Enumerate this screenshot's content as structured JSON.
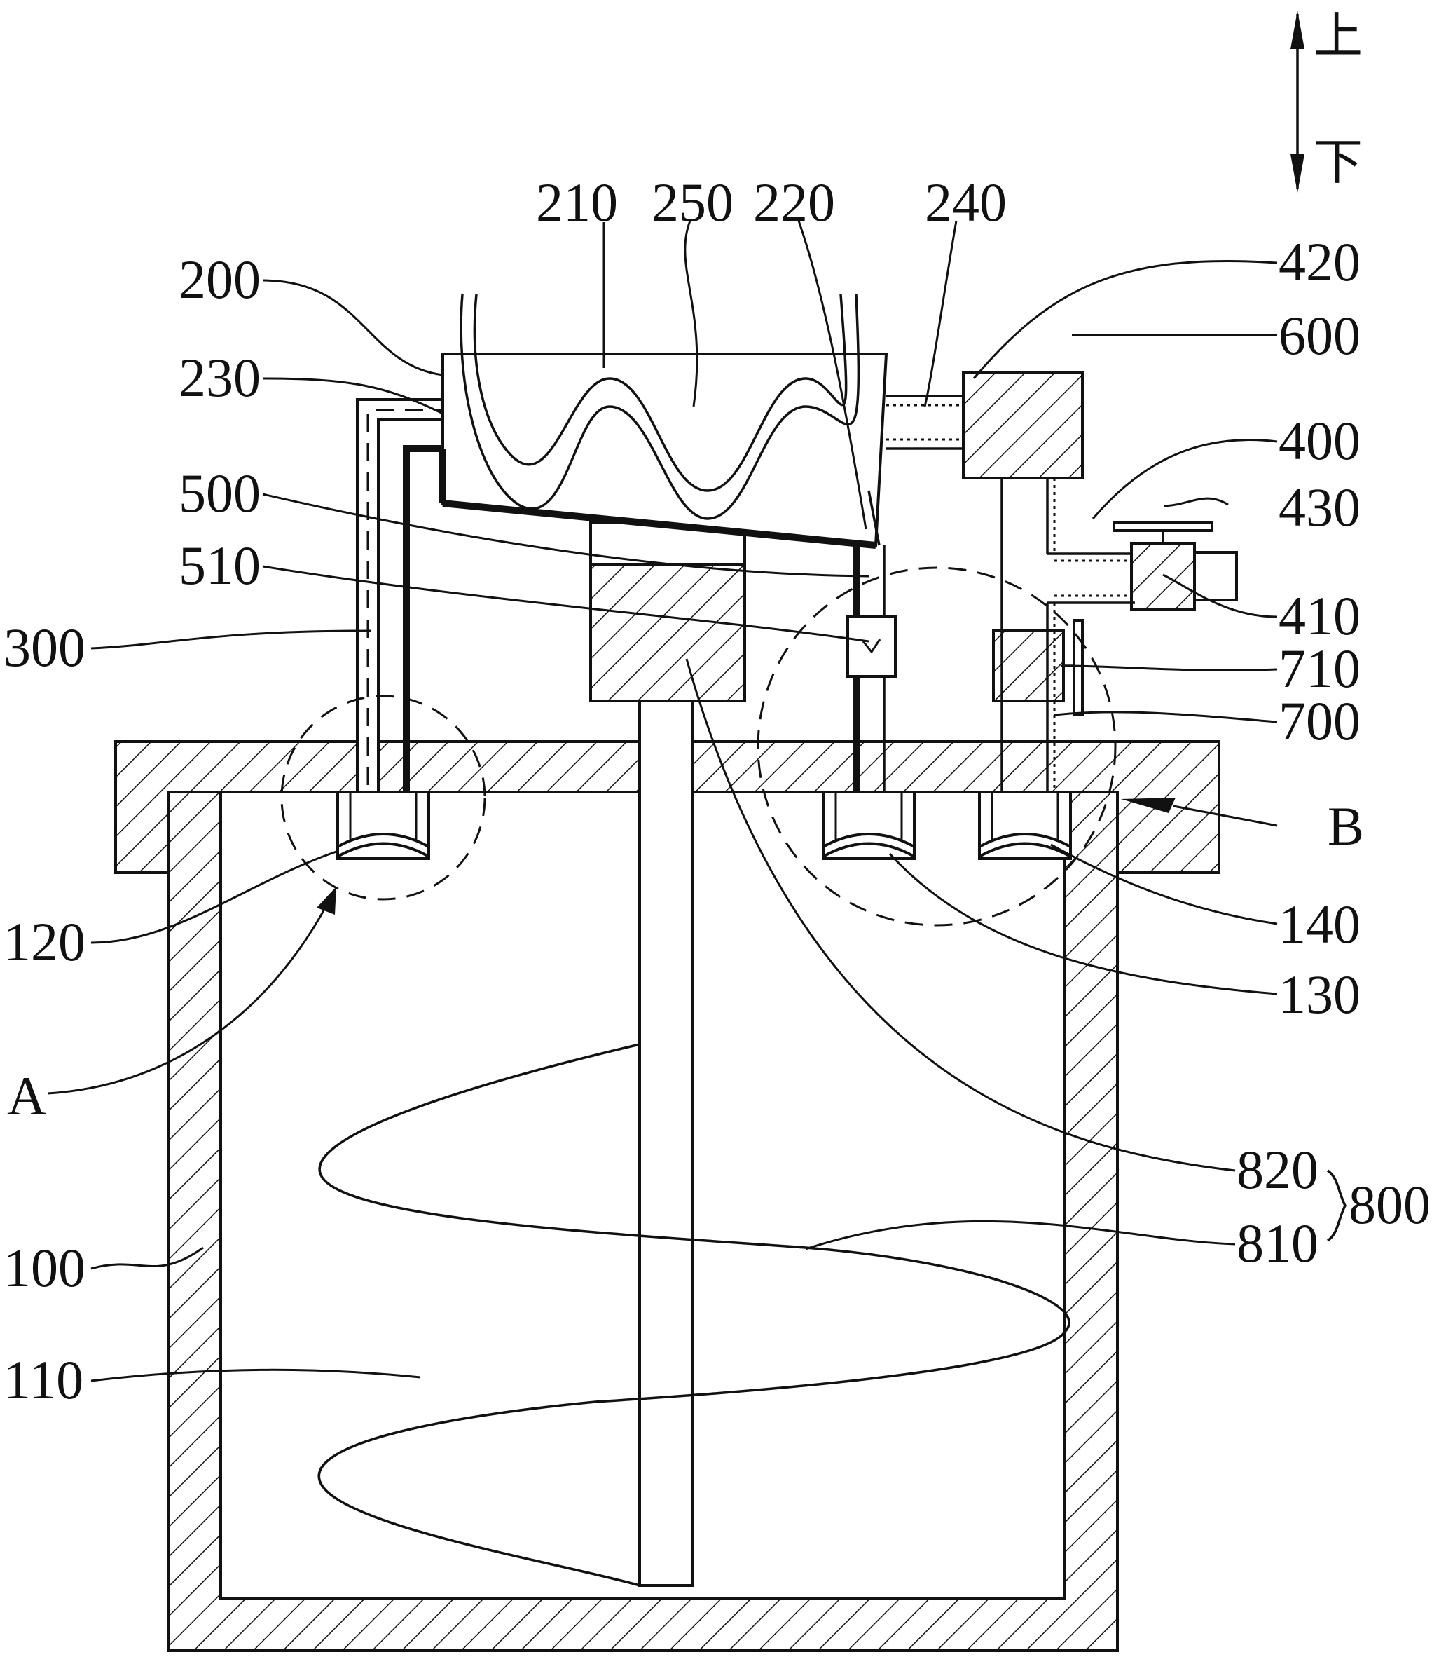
{
  "labels": {
    "up": "上",
    "down": "下",
    "l210": "210",
    "l250": "250",
    "l220": "220",
    "l240": "240",
    "l420": "420",
    "l200": "200",
    "l600": "600",
    "l230": "230",
    "l400": "400",
    "l500": "500",
    "l430": "430",
    "l510": "510",
    "l410": "410",
    "l300": "300",
    "l710": "710",
    "l700": "700",
    "lB": "B",
    "l120": "120",
    "l140": "140",
    "l130": "130",
    "lA": "A",
    "l820": "820",
    "l800": "800",
    "l810": "810",
    "l100": "100",
    "l110": "110"
  }
}
